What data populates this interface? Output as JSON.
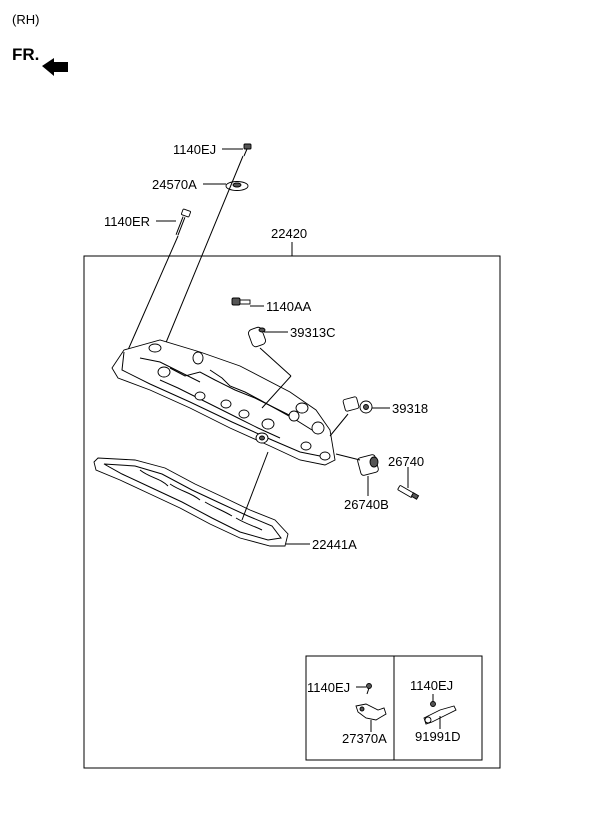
{
  "header": {
    "side_label": "(RH)",
    "front_label": "FR."
  },
  "parts": {
    "bolt_top": "1140EJ",
    "bracket_top": "24570A",
    "bolt_long": "1140ER",
    "assembly": "22420",
    "bolt_mid": "1140AA",
    "pcv_valve": "39313C",
    "cam_sensor": "39318",
    "connector": "26740",
    "grommet": "26740B",
    "gasket": "22441A"
  },
  "inset": {
    "left_bolt": "1140EJ",
    "left_part": "27370A",
    "right_bolt": "1140EJ",
    "right_part": "91991D"
  }
}
